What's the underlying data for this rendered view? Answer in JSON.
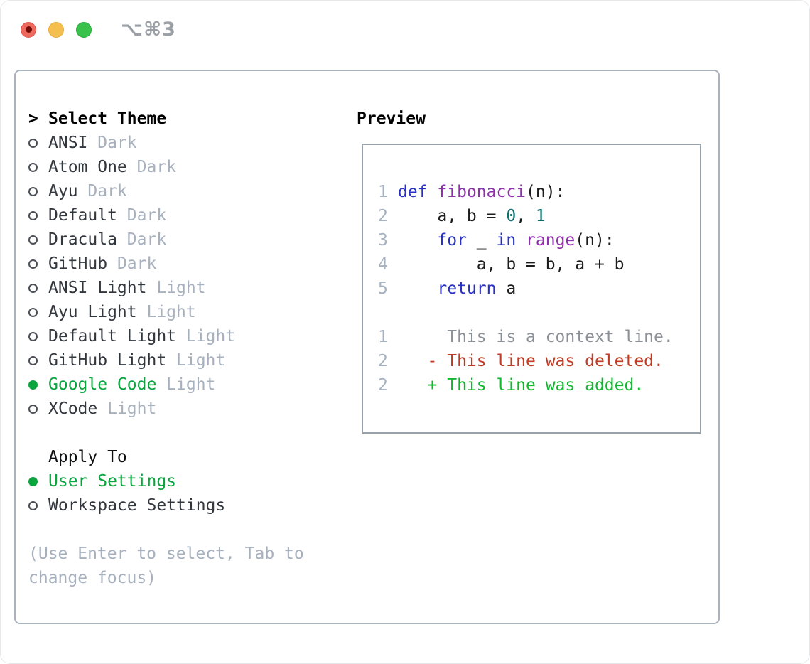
{
  "window": {
    "title": "⌥⌘3"
  },
  "traffic_lights": {
    "close": "red",
    "minimize": "yellow",
    "zoom": "green"
  },
  "theme_panel": {
    "header_marker": ">",
    "header_label": "Select Theme",
    "themes": [
      {
        "name": "ANSI",
        "variant": "Dark",
        "selected": false
      },
      {
        "name": "Atom One",
        "variant": "Dark",
        "selected": false
      },
      {
        "name": "Ayu",
        "variant": "Dark",
        "selected": false
      },
      {
        "name": "Default",
        "variant": "Dark",
        "selected": false
      },
      {
        "name": "Dracula",
        "variant": "Dark",
        "selected": false
      },
      {
        "name": "GitHub",
        "variant": "Dark",
        "selected": false
      },
      {
        "name": "ANSI Light",
        "variant": "Light",
        "selected": false
      },
      {
        "name": "Ayu Light",
        "variant": "Light",
        "selected": false
      },
      {
        "name": "Default Light",
        "variant": "Light",
        "selected": false
      },
      {
        "name": "GitHub Light",
        "variant": "Light",
        "selected": false
      },
      {
        "name": "Google Code",
        "variant": "Light",
        "selected": true
      },
      {
        "name": "XCode",
        "variant": "Light",
        "selected": false
      }
    ],
    "apply_to": {
      "label": "Apply To",
      "options": [
        {
          "name": "User Settings",
          "selected": true
        },
        {
          "name": "Workspace Settings",
          "selected": false
        }
      ]
    },
    "hint": "(Use Enter to select, Tab to change focus)"
  },
  "preview": {
    "header": "Preview",
    "lines": [
      {
        "num": "1",
        "tokens": [
          {
            "t": "def",
            "c": "kw"
          },
          {
            "t": " ",
            "c": "pln"
          },
          {
            "t": "fibonacci",
            "c": "typ"
          },
          {
            "t": "(n):",
            "c": "pln"
          }
        ]
      },
      {
        "num": "2",
        "tokens": [
          {
            "t": "    a, b = ",
            "c": "pln"
          },
          {
            "t": "0",
            "c": "lit"
          },
          {
            "t": ", ",
            "c": "pln"
          },
          {
            "t": "1",
            "c": "lit"
          }
        ]
      },
      {
        "num": "3",
        "tokens": [
          {
            "t": "    ",
            "c": "pln"
          },
          {
            "t": "for",
            "c": "kw"
          },
          {
            "t": " _ ",
            "c": "pln"
          },
          {
            "t": "in",
            "c": "kw"
          },
          {
            "t": " ",
            "c": "pln"
          },
          {
            "t": "range",
            "c": "typ"
          },
          {
            "t": "(n):",
            "c": "pln"
          }
        ]
      },
      {
        "num": "4",
        "tokens": [
          {
            "t": "        a, b = b, a + b",
            "c": "pln"
          }
        ]
      },
      {
        "num": "5",
        "tokens": [
          {
            "t": "    ",
            "c": "pln"
          },
          {
            "t": "return",
            "c": "kw"
          },
          {
            "t": " a",
            "c": "pln"
          }
        ]
      },
      {
        "num": "",
        "tokens": []
      },
      {
        "num": "1",
        "tokens": [
          {
            "t": "     This is a context line.",
            "c": "ctx"
          }
        ]
      },
      {
        "num": "2",
        "tokens": [
          {
            "t": "   ",
            "c": "pln"
          },
          {
            "t": "- This line was deleted.",
            "c": "del"
          }
        ]
      },
      {
        "num": "2",
        "tokens": [
          {
            "t": "   ",
            "c": "pln"
          },
          {
            "t": "+ This line was added.",
            "c": "add"
          }
        ]
      }
    ]
  },
  "colors": {
    "selection_green": "#0aa53e",
    "keyword_blue": "#2930c4",
    "type_purple": "#9030ad",
    "literal_teal": "#0d7170",
    "diff_deleted_red": "#c13a24",
    "diff_added_green": "#12b72f",
    "line_number_gray": "#a7b2c0",
    "muted_gray": "#a7b0bd",
    "panel_border": "#aab2bb",
    "preview_border": "#99a1ab",
    "traffic_red": "#ee6a5f",
    "traffic_yellow": "#f5bf4f",
    "traffic_green": "#38c24b"
  }
}
